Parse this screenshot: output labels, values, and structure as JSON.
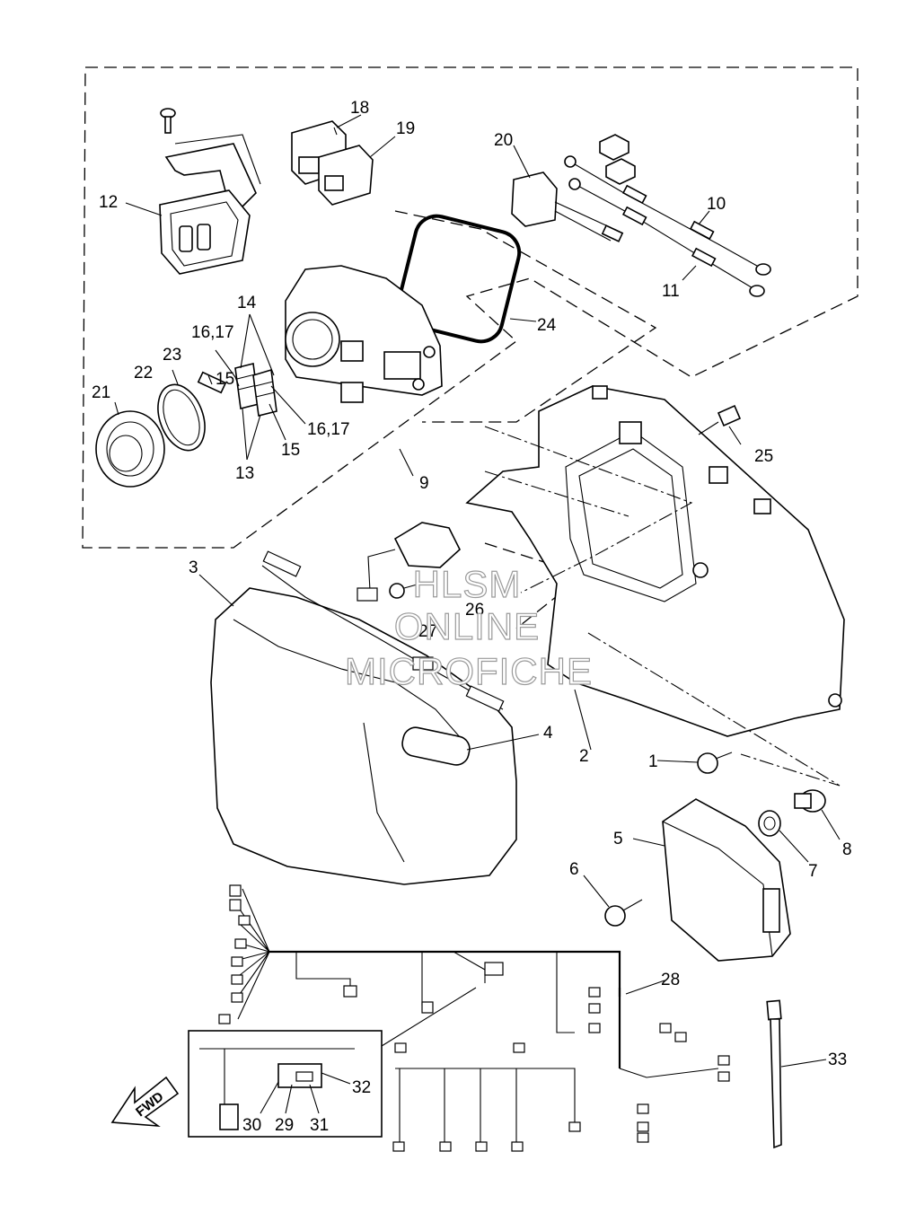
{
  "diagram": {
    "callouts": [
      {
        "id": "c1",
        "text": "1"
      },
      {
        "id": "c2",
        "text": "2"
      },
      {
        "id": "c3",
        "text": "3"
      },
      {
        "id": "c4",
        "text": "4"
      },
      {
        "id": "c5",
        "text": "5"
      },
      {
        "id": "c6",
        "text": "6"
      },
      {
        "id": "c7",
        "text": "7"
      },
      {
        "id": "c8",
        "text": "8"
      },
      {
        "id": "c9",
        "text": "9"
      },
      {
        "id": "c10",
        "text": "10"
      },
      {
        "id": "c11",
        "text": "11"
      },
      {
        "id": "c12",
        "text": "12"
      },
      {
        "id": "c13",
        "text": "13"
      },
      {
        "id": "c14",
        "text": "14"
      },
      {
        "id": "c15a",
        "text": "15"
      },
      {
        "id": "c15b",
        "text": "15"
      },
      {
        "id": "c1617a",
        "text": "16,17"
      },
      {
        "id": "c1617b",
        "text": "16,17"
      },
      {
        "id": "c18",
        "text": "18"
      },
      {
        "id": "c19",
        "text": "19"
      },
      {
        "id": "c20",
        "text": "20"
      },
      {
        "id": "c21",
        "text": "21"
      },
      {
        "id": "c22",
        "text": "22"
      },
      {
        "id": "c23",
        "text": "23"
      },
      {
        "id": "c24",
        "text": "24"
      },
      {
        "id": "c25",
        "text": "25"
      },
      {
        "id": "c26",
        "text": "26"
      },
      {
        "id": "c27",
        "text": "27"
      },
      {
        "id": "c28",
        "text": "28"
      },
      {
        "id": "c29",
        "text": "29"
      },
      {
        "id": "c30",
        "text": "30"
      },
      {
        "id": "c31",
        "text": "31"
      },
      {
        "id": "c32",
        "text": "32"
      },
      {
        "id": "c33",
        "text": "33"
      }
    ],
    "fwd_label": "FWD",
    "watermark": {
      "line1": "HLSM",
      "line2": "ONLINE",
      "line3": "MICROFICHE"
    }
  }
}
